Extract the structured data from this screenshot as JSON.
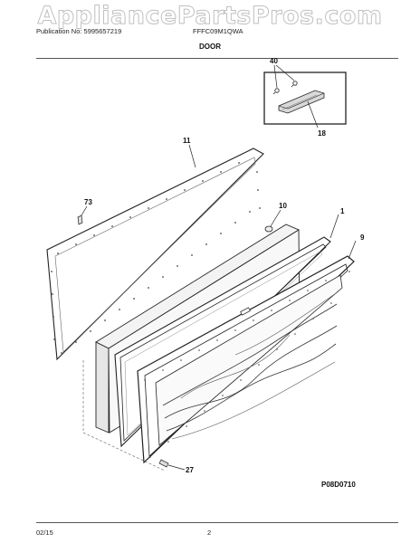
{
  "watermark": "AppliancePartsPros.com",
  "header": {
    "publication": "Publication No: 5995657219",
    "model": "FFFC09M1QWA"
  },
  "section_title": "DOOR",
  "diagram_code": "P08D0710",
  "footer": {
    "date": "02/15",
    "page": "2"
  },
  "callouts": {
    "c40": "40",
    "c18": "18",
    "c11": "11",
    "c73": "73",
    "c10": "10",
    "c1": "1",
    "c9": "9",
    "c27": "27"
  }
}
